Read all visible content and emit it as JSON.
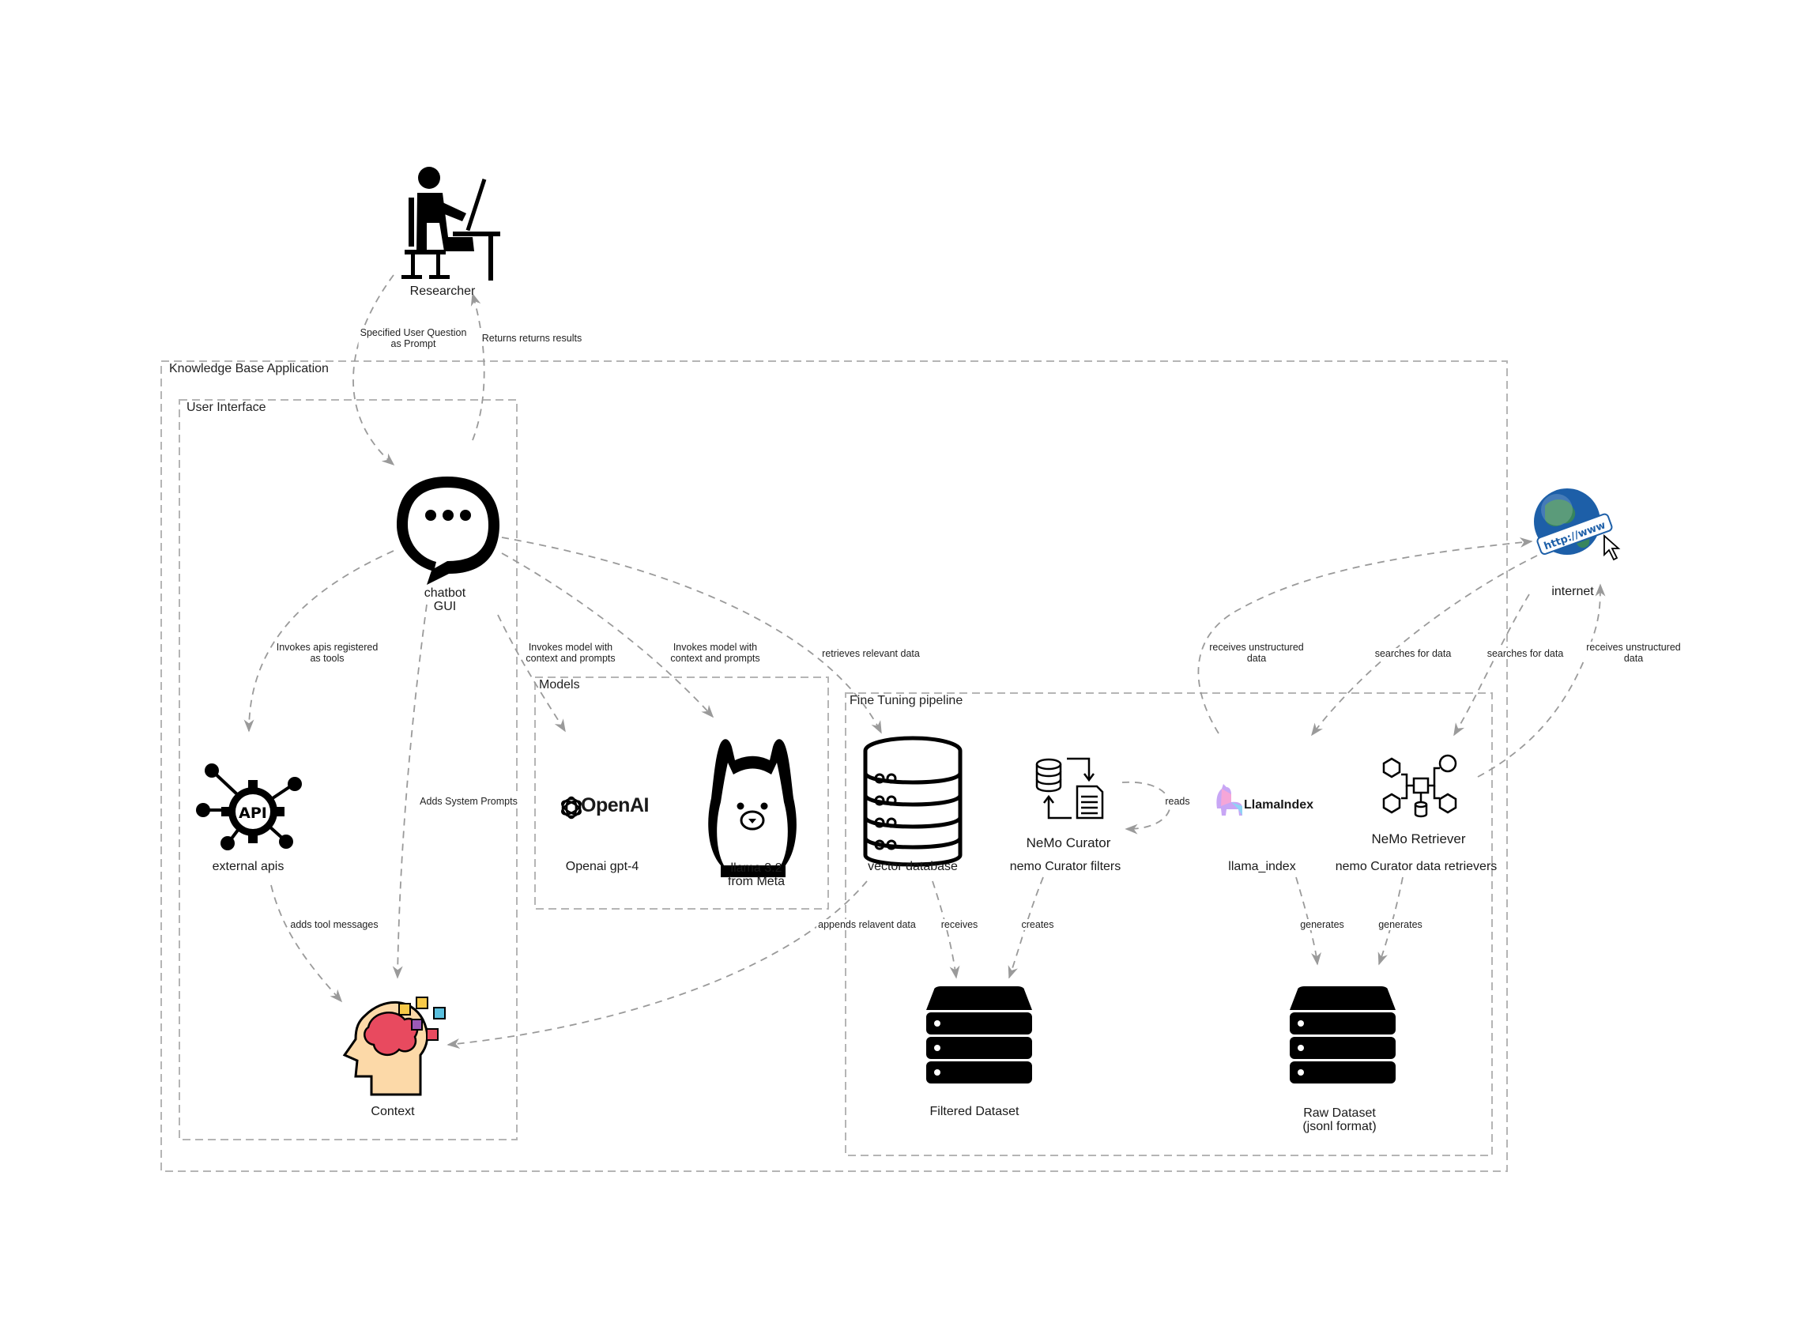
{
  "groups": {
    "app": "Knowledge Base Application",
    "ui": "User Interface",
    "models": "Models",
    "pipeline": "Fine Tuning pipeline"
  },
  "nodes": {
    "researcher": "Researcher",
    "chatbot": "chatbot\nGUI",
    "external_apis": "external apis",
    "context": "Context",
    "openai_logo": "OpenAI",
    "openai": "Openai gpt-4",
    "llama": "llama 3.2\nfrom Meta",
    "vector_db": "vector database",
    "nemo_curator_title": "NeMo Curator",
    "nemo_curator": "nemo Curator filters",
    "llamaindex_logo": "LlamaIndex",
    "llama_index": "llama_index",
    "nemo_retriever_title": "NeMo Retriever",
    "nemo_retriever": "nemo Curator data retrievers",
    "internet": "internet",
    "filtered": "Filtered Dataset",
    "raw": "Raw Dataset\n(jsonl format)",
    "api_badge": "API",
    "globe_text": "http://www"
  },
  "edges": {
    "specified": "Specified User Question\nas Prompt",
    "returns": "Returns returns results",
    "invokes_apis": "Invokes apis registered\nas tools",
    "invokes_openai": "Invokes model with\ncontext and prompts",
    "invokes_llama": "Invokes model with\ncontext and prompts",
    "retrieves": "retrieves relevant data",
    "adds_system": "Adds System Prompts",
    "adds_tool": "adds tool messages",
    "appends": "appends relavent data",
    "receives": "receives",
    "creates": "creates",
    "reads": "reads",
    "generates1": "generates",
    "generates2": "generates",
    "receives_unstructured1": "receives unstructured\ndata",
    "searches1": "searches for data",
    "searches2": "searches for data",
    "receives_unstructured2": "receives unstructured\ndata"
  },
  "colors": {
    "dashed_border": "#b5b5b5",
    "edge": "#9a9a9a",
    "icon": "#000000",
    "globe_blue": "#1d5fa8",
    "brain_red": "#e84a5f",
    "head_skin": "#fcd9a8"
  }
}
